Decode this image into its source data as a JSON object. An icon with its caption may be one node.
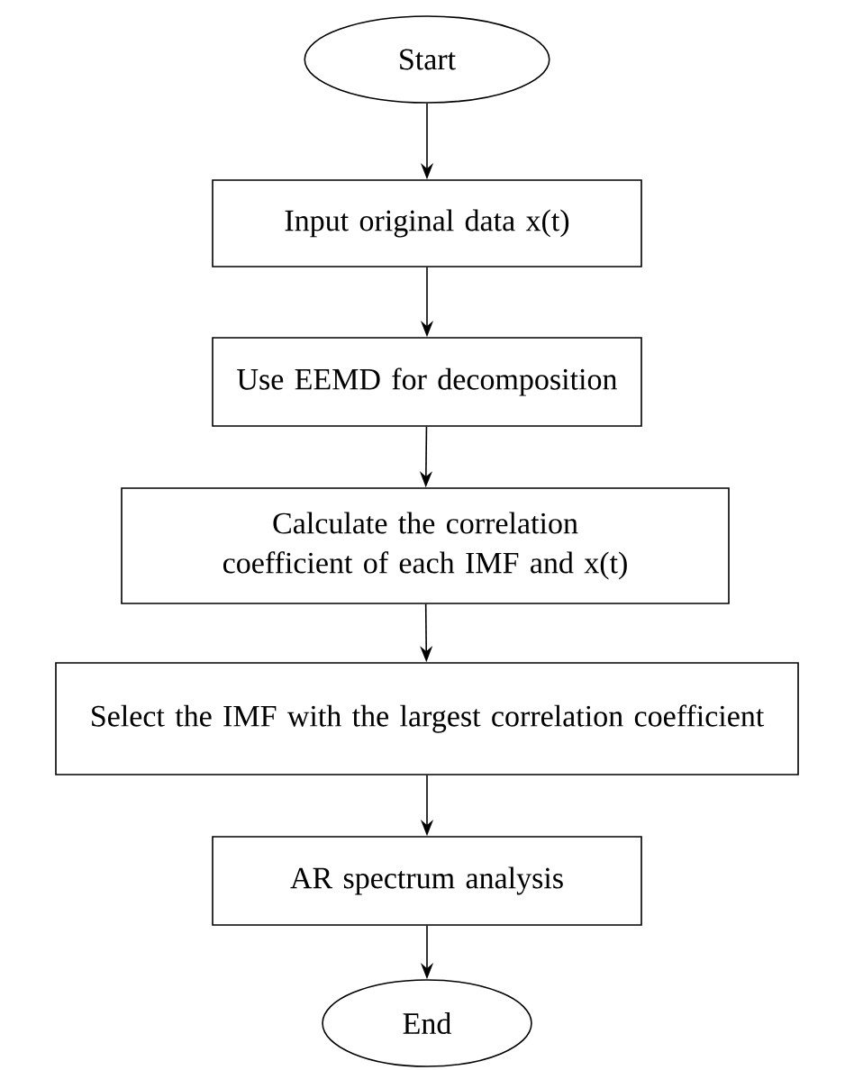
{
  "diagram": {
    "nodes": [
      {
        "text": [
          "Start"
        ]
      },
      {
        "text": [
          "Input original data x(t)"
        ]
      },
      {
        "text": [
          "Use EEMD for decomposition"
        ]
      },
      {
        "text": [
          "Calculate the correlation coefficient of each IMF and x(t)"
        ]
      },
      {
        "text": [
          "Select the IMF with the largest correlation coefficient"
        ]
      },
      {
        "text": [
          "AR spectrum analysis"
        ]
      },
      {
        "text": [
          "End"
        ]
      }
    ],
    "edges": [
      {
        "from": 0,
        "to": 1,
        "arrow": "to"
      },
      {
        "from": 1,
        "to": 2,
        "arrow": "to"
      },
      {
        "from": 2,
        "to": 3,
        "arrow": "to"
      },
      {
        "from": 3,
        "to": 4,
        "arrow": "to"
      },
      {
        "from": 4,
        "to": 5,
        "arrow": "to"
      },
      {
        "from": 5,
        "to": 6,
        "arrow": "to"
      }
    ]
  }
}
